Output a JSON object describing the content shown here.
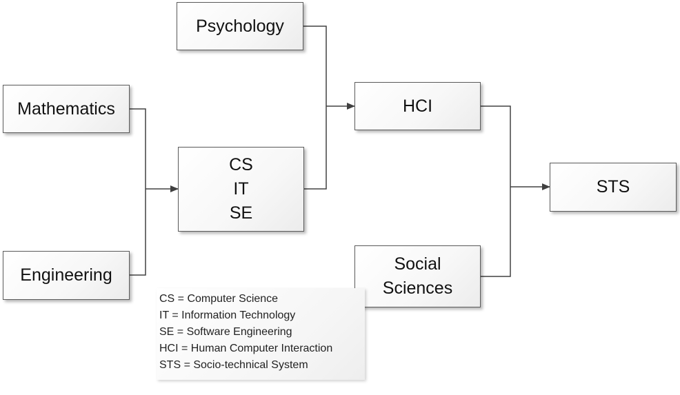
{
  "nodes": {
    "psychology": {
      "label": "Psychology"
    },
    "mathematics": {
      "label": "Mathematics"
    },
    "engineering": {
      "label": "Engineering"
    },
    "computing": {
      "lines": [
        "CS",
        "IT",
        "SE"
      ]
    },
    "hci": {
      "label": "HCI"
    },
    "social_sciences": {
      "lines": [
        "Social",
        "Sciences"
      ]
    },
    "sts": {
      "label": "STS"
    }
  },
  "edges": [
    {
      "from": "mathematics",
      "to": "computing"
    },
    {
      "from": "engineering",
      "to": "computing"
    },
    {
      "from": "psychology",
      "to": "hci"
    },
    {
      "from": "computing",
      "to": "hci"
    },
    {
      "from": "hci",
      "to": "sts"
    },
    {
      "from": "social_sciences",
      "to": "sts"
    }
  ],
  "legend": {
    "items": [
      "CS = Computer Science",
      "IT = Information Technology",
      "SE = Software Engineering",
      "HCI = Human Computer Interaction",
      "STS = Socio-technical System"
    ]
  },
  "colors": {
    "box_border": "#5a5a5a",
    "connector": "#404040",
    "text": "#111111"
  }
}
